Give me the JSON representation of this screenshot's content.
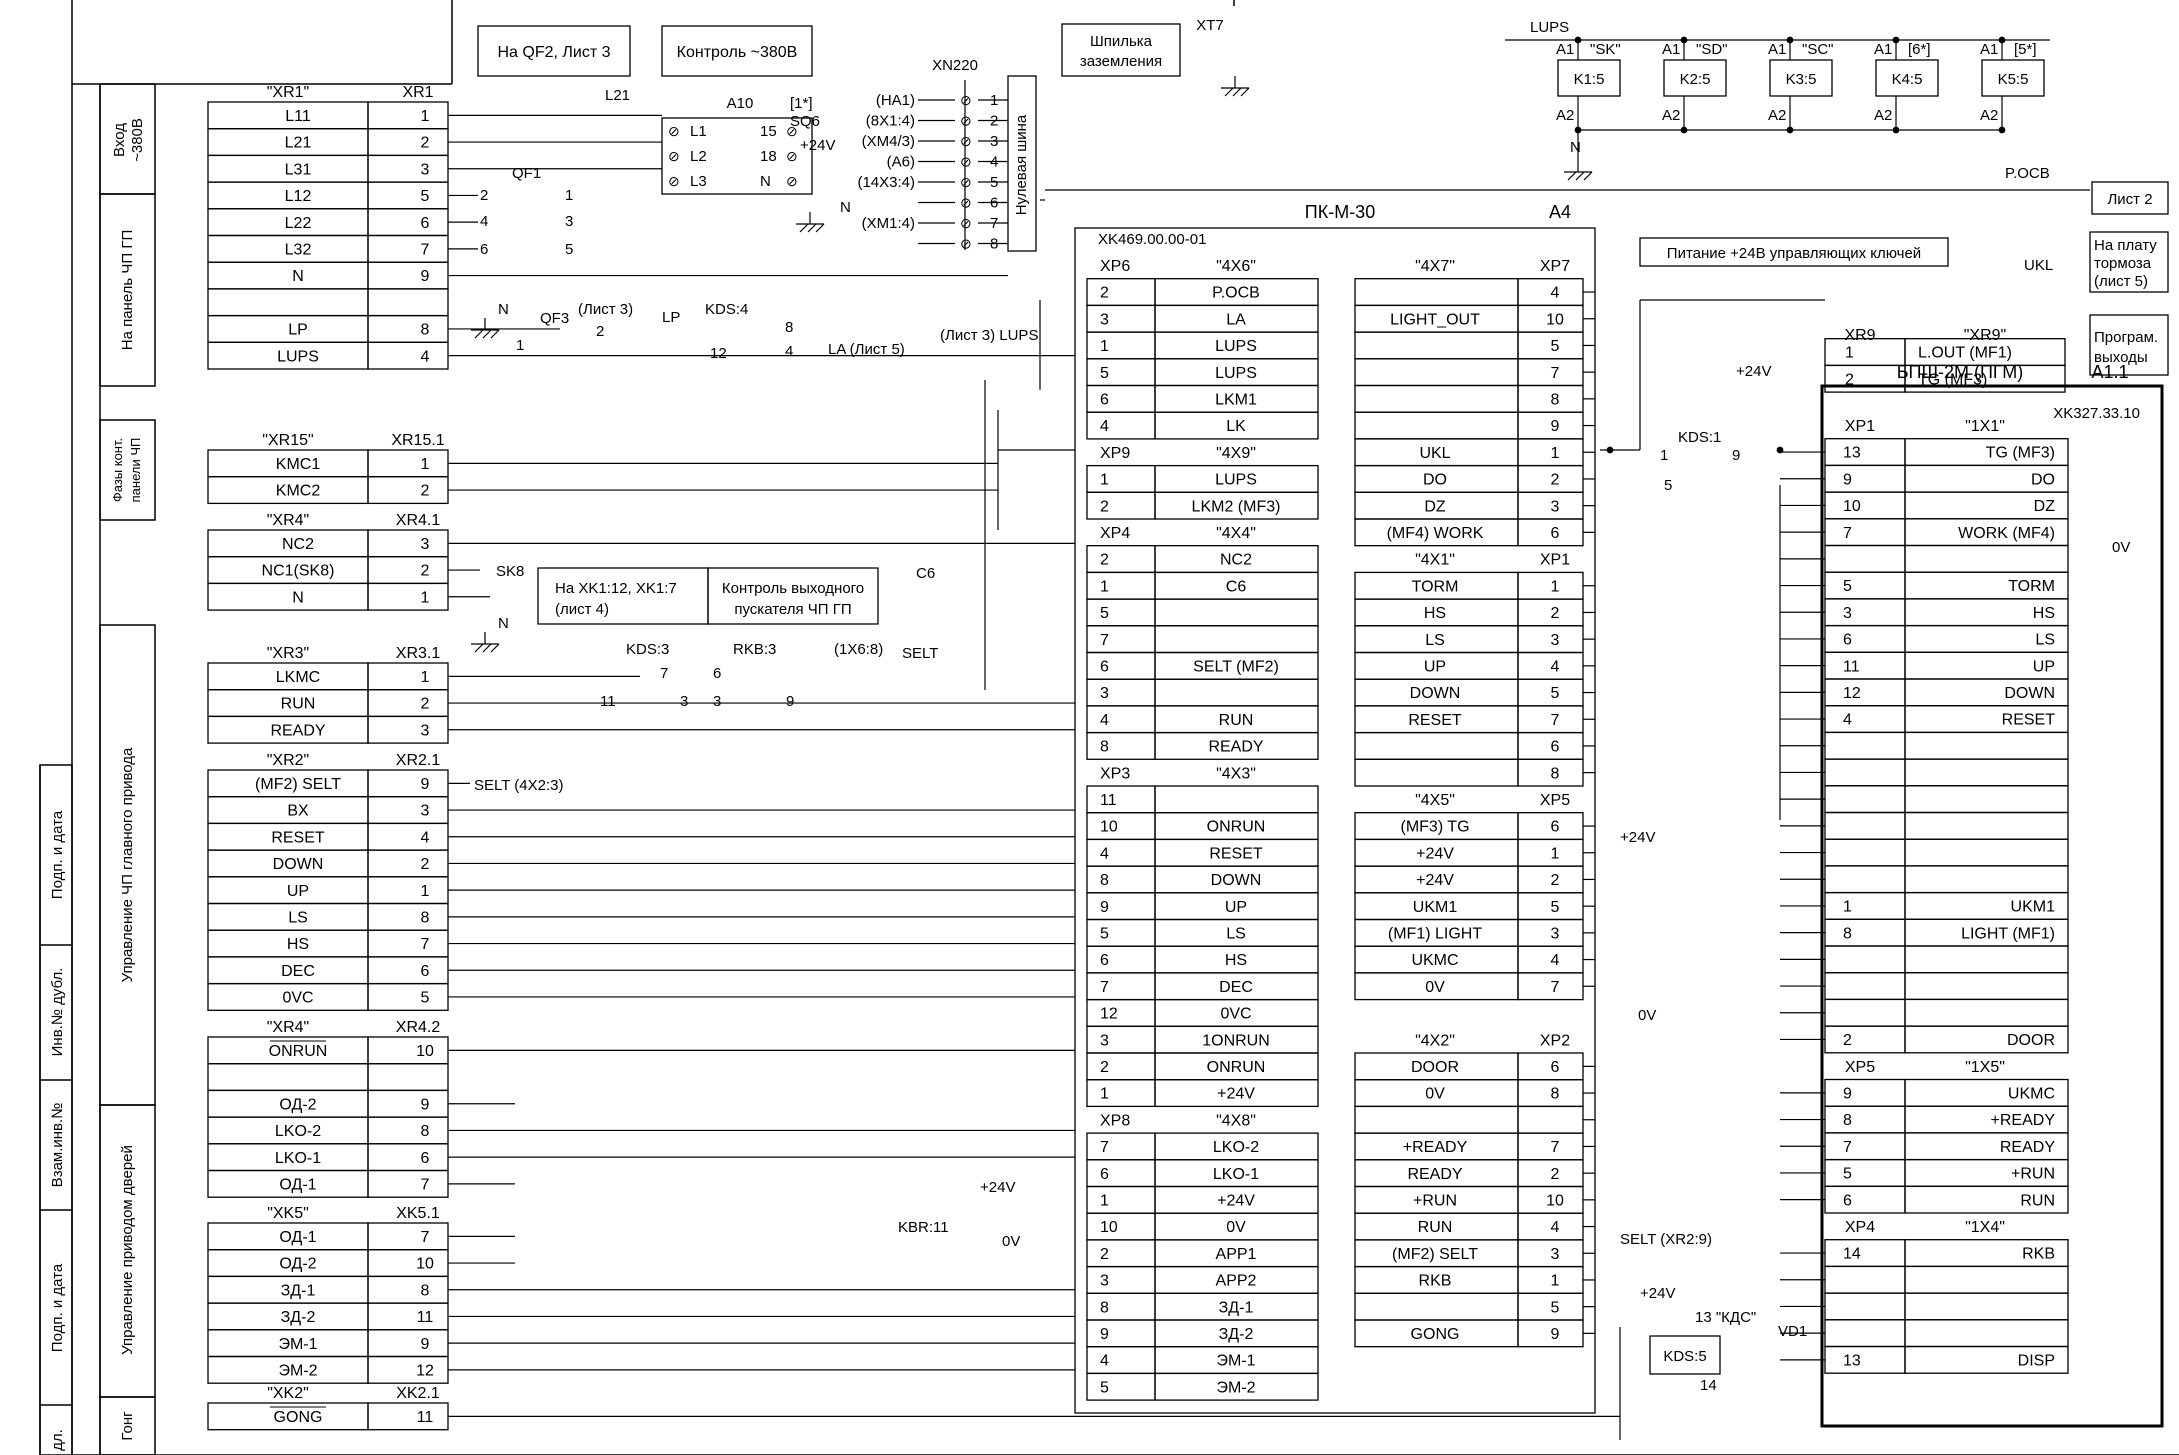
{
  "boxes": {
    "qf2_note": "На QF2, Лист 3",
    "control_380": "Контроль ~380В",
    "ground_pin": [
      "Шпилька",
      "заземления"
    ],
    "xt7": "XT7",
    "xn220": "XN220",
    "zero_bus": "Нулевая шина",
    "output_contactor": [
      "Контроль выходного",
      "пускателя ЧП ГП"
    ],
    "xk1_note": [
      "На XK1:12, XK1:7",
      "(лист 4)"
    ],
    "power_24v_keys": "Питание +24В управляющих ключей",
    "sheet2": "Лист 2",
    "brake_board": [
      "На плату",
      "тормоза",
      "(лист 5)"
    ],
    "prog_outputs": [
      "Програм.",
      "выходы"
    ]
  },
  "side_labels": {
    "input": [
      "Вход",
      "~380В"
    ],
    "panel_chp": "На панель ЧП ГП",
    "phase_control": [
      "Фазы конт.",
      "панели ЧП"
    ],
    "main_drive": "Управление ЧП главного привода",
    "door_drive": "Управление приводом дверей",
    "gong": "Гонг",
    "sign_date1": "Подп. и дата",
    "inv_dup": "Инв.№ дубл.",
    "replace_inv": "Взам.инв.№",
    "sign_date2": "Подп. и дата",
    "podl": "дл."
  },
  "left_tables": [
    {
      "hdr": [
        "\"XR1\"",
        "XR1"
      ],
      "rows": [
        [
          "L11",
          "1"
        ],
        [
          "L21",
          "2"
        ],
        [
          "L31",
          "3"
        ],
        [
          "L12",
          "5"
        ],
        [
          "L22",
          "6"
        ],
        [
          "L32",
          "7"
        ],
        [
          "N",
          "9"
        ],
        [
          "",
          ""
        ],
        [
          "LP",
          "8"
        ],
        [
          "LUPS",
          "4"
        ]
      ]
    },
    {
      "hdr": [
        "\"XR15\"",
        "XR15.1"
      ],
      "rows": [
        [
          "KMC1",
          "1"
        ],
        [
          "KMC2",
          "2"
        ]
      ]
    },
    {
      "hdr": [
        "\"XR4\"",
        "XR4.1"
      ],
      "rows": [
        [
          "NC2",
          "3"
        ],
        [
          "NC1(SK8)",
          "2"
        ],
        [
          "N",
          "1"
        ]
      ]
    },
    {
      "hdr": [
        "\"XR3\"",
        "XR3.1"
      ],
      "rows": [
        [
          "LKMC",
          "1"
        ],
        [
          "RUN",
          "2"
        ],
        [
          "READY",
          "3"
        ]
      ]
    },
    {
      "hdr": [
        "\"XR2\"",
        "XR2.1"
      ],
      "rows": [
        [
          "(MF2)   SELT",
          "9"
        ],
        [
          "BX",
          "3"
        ],
        [
          "RESET",
          "4"
        ],
        [
          "DOWN",
          "2"
        ],
        [
          "UP",
          "1"
        ],
        [
          "LS",
          "8"
        ],
        [
          "HS",
          "7"
        ],
        [
          "DEC",
          "6"
        ],
        [
          "0VC",
          "5"
        ]
      ]
    },
    {
      "hdr": [
        "\"XR4\"",
        "XR4.2"
      ],
      "rows": [
        [
          "ONRUN",
          "10"
        ],
        [
          "",
          ""
        ],
        [
          "ОД-2",
          "9"
        ],
        [
          "LKO-2",
          "8"
        ],
        [
          "LKO-1",
          "6"
        ],
        [
          "ОД-1",
          "7"
        ]
      ]
    },
    {
      "hdr": [
        "\"XK5\"",
        "XK5.1"
      ],
      "rows": [
        [
          "ОД-1",
          "7"
        ],
        [
          "ОД-2",
          "10"
        ],
        [
          "ЗД-1",
          "8"
        ],
        [
          "ЗД-2",
          "11"
        ],
        [
          "ЭМ-1",
          "9"
        ],
        [
          "ЭМ-2",
          "12"
        ]
      ]
    },
    {
      "hdr": [
        "\"XK2\"",
        "XK2.1"
      ],
      "rows": [
        [
          "GONG",
          "11"
        ]
      ]
    }
  ],
  "pk": {
    "title": "ПК-М-30",
    "pos": "A4",
    "sub": "XK469.00.00-01",
    "left": [
      {
        "hdr": [
          "XP6",
          "\"4X6\""
        ],
        "rows": [
          [
            "2",
            "P.OCB"
          ],
          [
            "3",
            "LA"
          ],
          [
            "1",
            "LUPS"
          ],
          [
            "5",
            "LUPS"
          ],
          [
            "6",
            "LKM1"
          ],
          [
            "4",
            "LK"
          ]
        ]
      },
      {
        "hdr": [
          "XP9",
          "\"4X9\""
        ],
        "rows": [
          [
            "1",
            "LUPS"
          ],
          [
            "2",
            "LKM2   (MF3)"
          ]
        ]
      },
      {
        "hdr": [
          "XP4",
          "\"4X4\""
        ],
        "rows": [
          [
            "2",
            "NC2"
          ],
          [
            "1",
            "C6"
          ],
          [
            "5",
            ""
          ],
          [
            "7",
            ""
          ],
          [
            "6",
            "SELT    (MF2)"
          ],
          [
            "3",
            ""
          ],
          [
            "4",
            "RUN"
          ],
          [
            "8",
            "READY"
          ]
        ]
      },
      {
        "hdr": [
          "XP3",
          "\"4X3\""
        ],
        "rows": [
          [
            "11",
            ""
          ],
          [
            "10",
            "ONRUN"
          ],
          [
            "4",
            "RESET"
          ],
          [
            "8",
            "DOWN"
          ],
          [
            "9",
            "UP"
          ],
          [
            "5",
            "LS"
          ],
          [
            "6",
            "HS"
          ],
          [
            "7",
            "DEC"
          ],
          [
            "12",
            "0VC"
          ],
          [
            "3",
            "1ONRUN"
          ],
          [
            "2",
            "ONRUN"
          ],
          [
            "1",
            "+24V"
          ]
        ]
      },
      {
        "hdr": [
          "XP8",
          "\"4X8\""
        ],
        "rows": [
          [
            "7",
            "LKO-2"
          ],
          [
            "6",
            "LKO-1"
          ],
          [
            "1",
            "+24V"
          ],
          [
            "10",
            "0V"
          ],
          [
            "2",
            "APP1"
          ],
          [
            "3",
            "APP2"
          ],
          [
            "8",
            "ЗД-1"
          ],
          [
            "9",
            "ЗД-2"
          ],
          [
            "4",
            "ЭМ-1"
          ],
          [
            "5",
            "ЭМ-2"
          ]
        ]
      }
    ],
    "right": [
      {
        "hdr": [
          "\"4X7\"",
          "XP7"
        ],
        "rows": [
          [
            "",
            "4"
          ],
          [
            "LIGHT_OUT",
            "10"
          ],
          [
            "",
            "5"
          ],
          [
            "",
            "7"
          ],
          [
            "",
            "8"
          ],
          [
            "",
            "9"
          ],
          [
            "UKL",
            "1"
          ],
          [
            "DO",
            "2"
          ],
          [
            "DZ",
            "3"
          ],
          [
            "(MF4)  WORK",
            "6"
          ]
        ]
      },
      {
        "hdr": [
          "\"4X1\"",
          "XP1"
        ],
        "rows": [
          [
            "TORM",
            "1"
          ],
          [
            "HS",
            "2"
          ],
          [
            "LS",
            "3"
          ],
          [
            "UP",
            "4"
          ],
          [
            "DOWN",
            "5"
          ],
          [
            "RESET",
            "7"
          ],
          [
            "",
            "6"
          ],
          [
            "",
            "8"
          ]
        ]
      },
      {
        "hdr": [
          "\"4X5\"",
          "XP5"
        ],
        "rows": [
          [
            "(MF3)  TG",
            "6"
          ],
          [
            "+24V",
            "1"
          ],
          [
            "+24V",
            "2"
          ],
          [
            "UKM1",
            "5"
          ],
          [
            "(MF1) LIGHT",
            "3"
          ],
          [
            "UKMC",
            "4"
          ],
          [
            "0V",
            "7"
          ]
        ]
      },
      {
        "hdr": [
          "\"4X2\"",
          "XP2"
        ],
        "rows": [
          [
            "DOOR",
            "6"
          ],
          [
            "0V",
            "8"
          ],
          [
            "",
            ""
          ],
          [
            "+READY",
            "7"
          ],
          [
            "READY",
            "2"
          ],
          [
            "+RUN",
            "10"
          ],
          [
            "RUN",
            "4"
          ],
          [
            "(MF2)  SELT",
            "3"
          ],
          [
            "RKB",
            "1"
          ],
          [
            "",
            "5"
          ],
          [
            "GONG",
            "9"
          ]
        ]
      }
    ]
  },
  "xr9": {
    "hdr": [
      "XR9",
      "\"XR9\""
    ],
    "rows": [
      [
        "1",
        "L.OUT        (MF1)"
      ],
      [
        "2",
        "TG             (MF3)"
      ]
    ]
  },
  "bpsh": {
    "title": "БПШ-2М (ПГМ)",
    "pos": "A1.1",
    "sub": "XK327.33.10",
    "blocks": [
      {
        "hdr": [
          "XP1",
          "\"1X1\""
        ],
        "rows": [
          [
            "13",
            "TG    (MF3)"
          ],
          [
            "9",
            "DO"
          ],
          [
            "10",
            "DZ"
          ],
          [
            "7",
            "WORK (MF4)"
          ],
          [
            "",
            ""
          ],
          [
            "5",
            "TORM"
          ],
          [
            "3",
            "HS"
          ],
          [
            "6",
            "LS"
          ],
          [
            "11",
            "UP"
          ],
          [
            "12",
            "DOWN"
          ],
          [
            "4",
            "RESET"
          ],
          [
            "",
            ""
          ],
          [
            "",
            ""
          ],
          [
            "",
            ""
          ],
          [
            "",
            ""
          ],
          [
            "",
            ""
          ],
          [
            "",
            ""
          ],
          [
            "1",
            "UKM1"
          ],
          [
            "8",
            "LIGHT (MF1)"
          ],
          [
            "",
            ""
          ],
          [
            "",
            ""
          ],
          [
            "",
            ""
          ],
          [
            "2",
            "DOOR"
          ]
        ]
      },
      {
        "hdr": [
          "XP5",
          "\"1X5\""
        ],
        "rows": [
          [
            "9",
            "UKMC"
          ],
          [
            "8",
            "+READY"
          ],
          [
            "7",
            "READY"
          ],
          [
            "5",
            "+RUN"
          ],
          [
            "6",
            "RUN"
          ]
        ]
      },
      {
        "hdr": [
          "XP4",
          "\"1X4\""
        ],
        "rows": [
          [
            "14",
            "RKB"
          ],
          [
            "",
            ""
          ],
          [
            "",
            ""
          ],
          [
            "",
            ""
          ],
          [
            "13",
            "DISP"
          ]
        ]
      }
    ]
  },
  "relays": [
    {
      "a1": "A1",
      "q": "\"SK\"",
      "name": "K1:5",
      "a2": "A2"
    },
    {
      "a1": "A1",
      "q": "\"SD\"",
      "name": "K2:5",
      "a2": "A2"
    },
    {
      "a1": "A1",
      "q": "\"SC\"",
      "name": "K3:5",
      "a2": "A2"
    },
    {
      "a1": "A1",
      "q": "[6*]",
      "name": "K4:5",
      "a2": "A2"
    },
    {
      "a1": "A1",
      "q": "[5*]",
      "name": "K5:5",
      "a2": "A2"
    }
  ],
  "xn220_terms": [
    "(HA1)",
    "(8X1:4)",
    "(XM4/3)",
    "(A6)",
    "(14X3:4)",
    "",
    "(XM1:4)",
    ""
  ],
  "xn220_nums": [
    "1",
    "2",
    "3",
    "4",
    "5",
    "6",
    "7",
    "8"
  ],
  "a10": {
    "title": "A10",
    "tag": "[1*]",
    "left": [
      "L1",
      "L2",
      "L3"
    ],
    "right": [
      "15",
      "18",
      "N"
    ],
    "sq": "SQ6",
    "p24": "+24V"
  },
  "labels": {
    "l21": "L21",
    "qf1": "QF1",
    "qf3": "QF3",
    "qf3_sheet": "(Лист 3)",
    "lp": "LP",
    "kds4": "KDS:4",
    "la_sheet5": "LA (Лист 5)",
    "lups_sheet3": "(Лист 3)  LUPS",
    "sk8": "SK8",
    "c6": "C6",
    "kds3": "KDS:3",
    "rkb3": "RKB:3",
    "selt_1x6": "(1X6:8)",
    "selt": "SELT",
    "selt_4x2": "SELT   (4X2:3)",
    "lups_top": "LUPS",
    "p_ocb": "P.OCB",
    "ukl": "UKL",
    "kds1": "KDS:1",
    "p24v": "+24V",
    "ov": "0V",
    "selt_xr2": "SELT   (XR2:9)",
    "kbr11": "KBR:11",
    "kds5": "KDS:5",
    "kdc": "13  \"КДС\"",
    "vd1": "VD1",
    "n": "N",
    "n14": "14",
    "q_a1": "2",
    "q_b1": "1",
    "q_a2": "4",
    "q_b2": "3",
    "q_a3": "6",
    "q_b3": "5",
    "qf3_1": "1",
    "qf3_2": "2",
    "kds4_8": "8",
    "kds4_4": "4",
    "kds4_12": "12",
    "kds3_7": "7",
    "kds3_11": "11",
    "kds3_3": "3",
    "rkb3_6": "6",
    "rkb3_3": "3",
    "rkb3_9": "9",
    "kds1_1": "1",
    "kds1_9": "9",
    "kds1_5": "5"
  }
}
